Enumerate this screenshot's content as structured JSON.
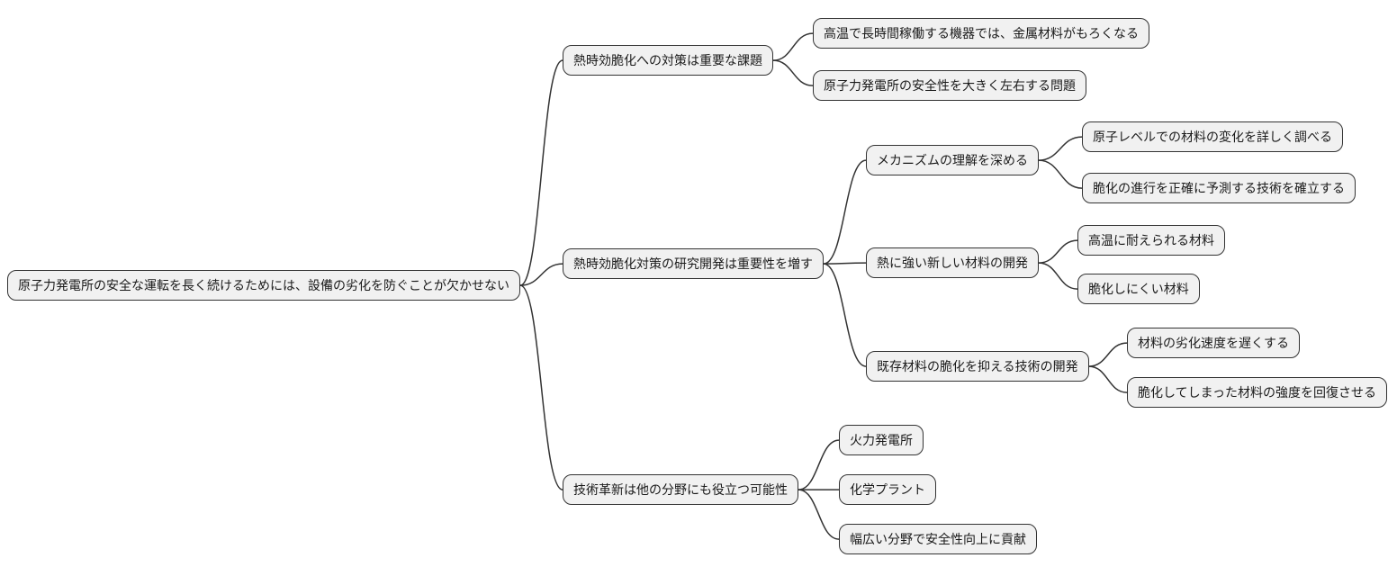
{
  "diagram": {
    "type": "mindmap",
    "direction": "left-to-right",
    "colors": {
      "background": "#ffffff",
      "node_fill": "#f1f1f1",
      "node_border": "#333333",
      "edge": "#333333",
      "text": "#1a1a1a"
    },
    "nodes": {
      "root": {
        "label": "原子力発電所の安全な運転を長く続けるためには、設備の劣化を防ぐことが欠かせない"
      },
      "b1": {
        "label": "熱時効脆化への対策は重要な課題"
      },
      "b1l1": {
        "label": "高温で長時間稼働する機器では、金属材料がもろくなる"
      },
      "b1l2": {
        "label": "原子力発電所の安全性を大きく左右する問題"
      },
      "b2": {
        "label": "熱時効脆化対策の研究開発は重要性を増す"
      },
      "b2s1": {
        "label": "メカニズムの理解を深める"
      },
      "b2s1l1": {
        "label": "原子レベルでの材料の変化を詳しく調べる"
      },
      "b2s1l2": {
        "label": "脆化の進行を正確に予測する技術を確立する"
      },
      "b2s2": {
        "label": "熱に強い新しい材料の開発"
      },
      "b2s2l1": {
        "label": "高温に耐えられる材料"
      },
      "b2s2l2": {
        "label": "脆化しにくい材料"
      },
      "b2s3": {
        "label": "既存材料の脆化を抑える技術の開発"
      },
      "b2s3l1": {
        "label": "材料の劣化速度を遅くする"
      },
      "b2s3l2": {
        "label": "脆化してしまった材料の強度を回復させる"
      },
      "b3": {
        "label": "技術革新は他の分野にも役立つ可能性"
      },
      "b3l1": {
        "label": "火力発電所"
      },
      "b3l2": {
        "label": "化学プラント"
      },
      "b3l3": {
        "label": "幅広い分野で安全性向上に貢献"
      }
    },
    "edges": [
      [
        "root",
        "b1"
      ],
      [
        "root",
        "b2"
      ],
      [
        "root",
        "b3"
      ],
      [
        "b1",
        "b1l1"
      ],
      [
        "b1",
        "b1l2"
      ],
      [
        "b2",
        "b2s1"
      ],
      [
        "b2",
        "b2s2"
      ],
      [
        "b2",
        "b2s3"
      ],
      [
        "b2s1",
        "b2s1l1"
      ],
      [
        "b2s1",
        "b2s1l2"
      ],
      [
        "b2s2",
        "b2s2l1"
      ],
      [
        "b2s2",
        "b2s2l2"
      ],
      [
        "b2s3",
        "b2s3l1"
      ],
      [
        "b2s3",
        "b2s3l2"
      ],
      [
        "b3",
        "b3l1"
      ],
      [
        "b3",
        "b3l2"
      ],
      [
        "b3",
        "b3l3"
      ]
    ]
  }
}
